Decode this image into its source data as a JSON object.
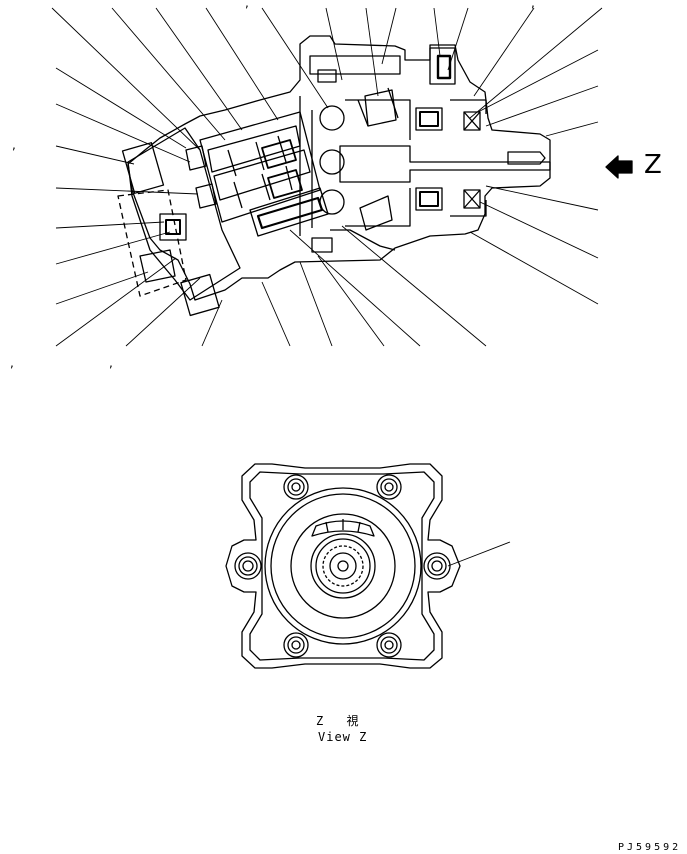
{
  "view_label": "Z",
  "caption_ja": "Z 視",
  "caption_en": "View Z",
  "drawing_number": "PJ59592",
  "stray_marks": [
    ",",
    ",",
    ",",
    ",",
    ",",
    ","
  ]
}
